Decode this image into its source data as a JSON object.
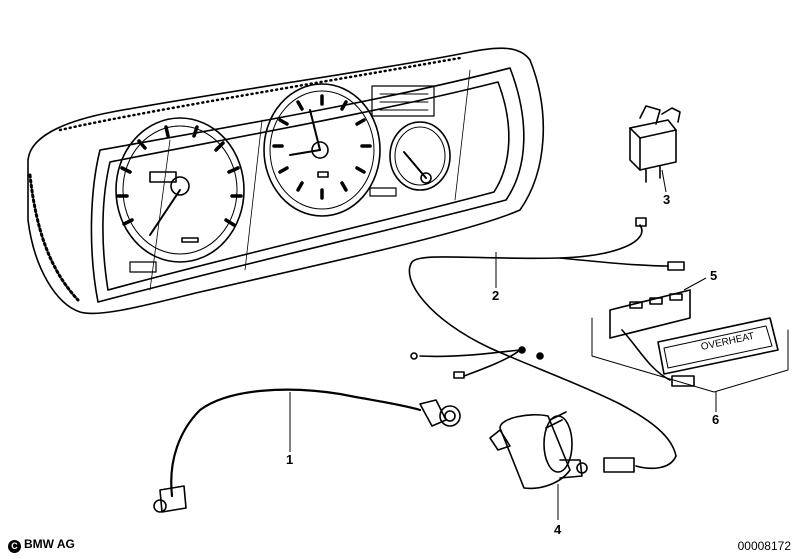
{
  "callouts": [
    {
      "id": "1",
      "label": "1"
    },
    {
      "id": "2",
      "label": "2"
    },
    {
      "id": "3",
      "label": "3"
    },
    {
      "id": "4",
      "label": "4"
    },
    {
      "id": "5",
      "label": "5"
    },
    {
      "id": "6",
      "label": "6"
    }
  ],
  "warning_lamp_text": "OVERHEAT",
  "footer": {
    "copyright_symbol": "C",
    "copyright_text": "BMW AG",
    "image_number": "00008172"
  }
}
